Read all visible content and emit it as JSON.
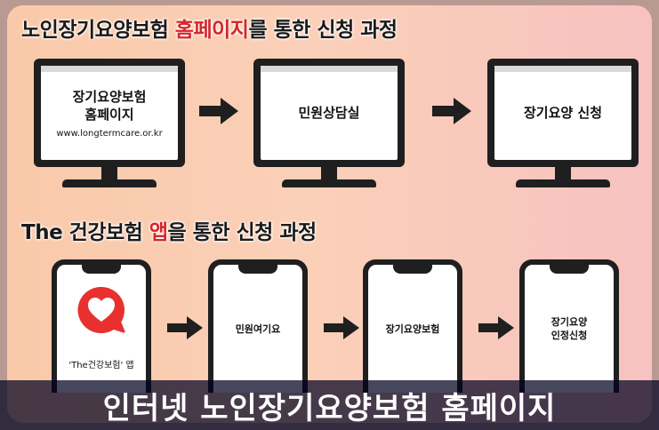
{
  "section1": {
    "heading_pre": "노인장기요양보험 ",
    "heading_accent": "홈페이지",
    "heading_post": "를 통한 신청 과정",
    "steps": [
      {
        "title_line1": "장기요양보험",
        "title_line2": "홈페이지",
        "url": "www.longtermcare.or.kr"
      },
      {
        "title": "민원상담실"
      },
      {
        "title": "장기요양 신청"
      }
    ]
  },
  "section2": {
    "heading_pre": "The 건강보험 ",
    "heading_accent": "앱",
    "heading_post": "을 통한 신청 과정",
    "steps": [
      {
        "app_label": "'The건강보험' 앱"
      },
      {
        "title": "민원여기요"
      },
      {
        "title": "장기요양보험"
      },
      {
        "title_line1": "장기요양",
        "title_line2": "인정신청"
      }
    ]
  },
  "subtitle": "인터넷 노인장기요양보험 홈페이지",
  "colors": {
    "accent": "#d7262b",
    "app_icon": "#e8312f",
    "dark": "#1f1f1f"
  }
}
